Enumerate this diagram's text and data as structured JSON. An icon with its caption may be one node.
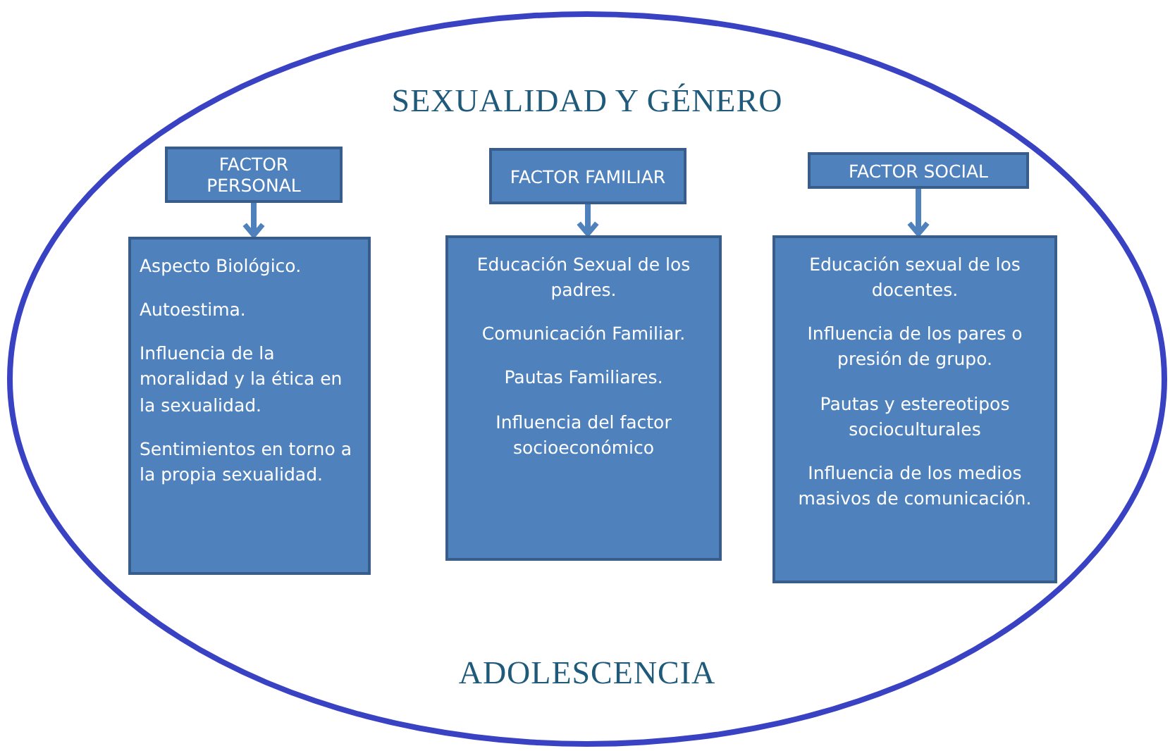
{
  "diagram": {
    "nodes": [
      {
        "text": [
          "SEXUALIDAD Y GÉNERO",
          "ADOLESCENCIA"
        ]
      },
      {
        "text": [
          "FACTOR PERSONAL"
        ],
        "in": 0
      },
      {
        "text": [
          "Aspecto Biológico.",
          "Autoestima.",
          "Influencia de la moralidad y la ética en la sexualidad.",
          "Sentimientos en torno a la propia sexualidad."
        ],
        "in": 0
      },
      {
        "text": [
          "FACTOR FAMILIAR"
        ],
        "in": 0
      },
      {
        "text": [
          "Educación Sexual de los padres.",
          "Comunicación Familiar.",
          "Pautas Familiares.",
          "Influencia del factor socioeconómico"
        ],
        "in": 0
      },
      {
        "text": [
          "FACTOR SOCIAL"
        ],
        "in": 0
      },
      {
        "text": [
          "Educación sexual de los docentes.",
          "Influencia de los pares o presión de grupo.",
          "Pautas y estereotipos socioculturales",
          "Influencia de los medios masivos de comunicación."
        ],
        "in": 0
      }
    ],
    "edges": [
      {
        "from": 1,
        "to": 2,
        "arrow": "to"
      },
      {
        "from": 3,
        "to": 4,
        "arrow": "to"
      },
      {
        "from": 5,
        "to": 6,
        "arrow": "to"
      }
    ]
  }
}
